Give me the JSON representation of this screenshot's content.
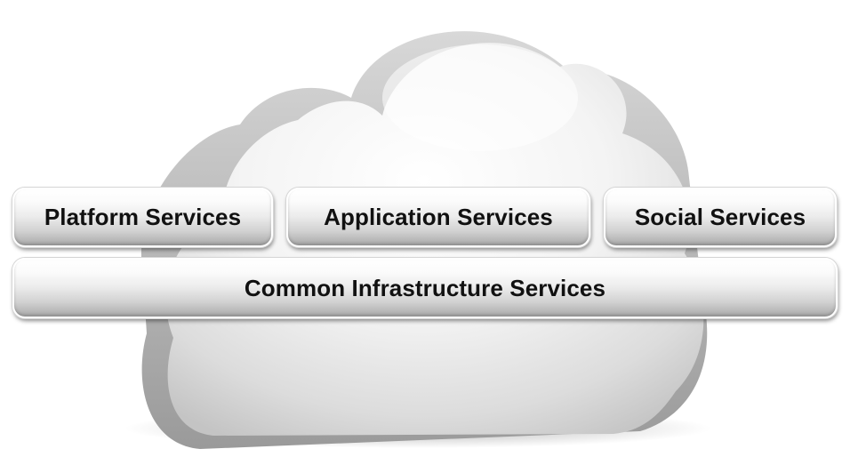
{
  "services": {
    "platform": "Platform Services",
    "application": "Application Services",
    "social": "Social Services",
    "common": "Common Infrastructure Services"
  }
}
